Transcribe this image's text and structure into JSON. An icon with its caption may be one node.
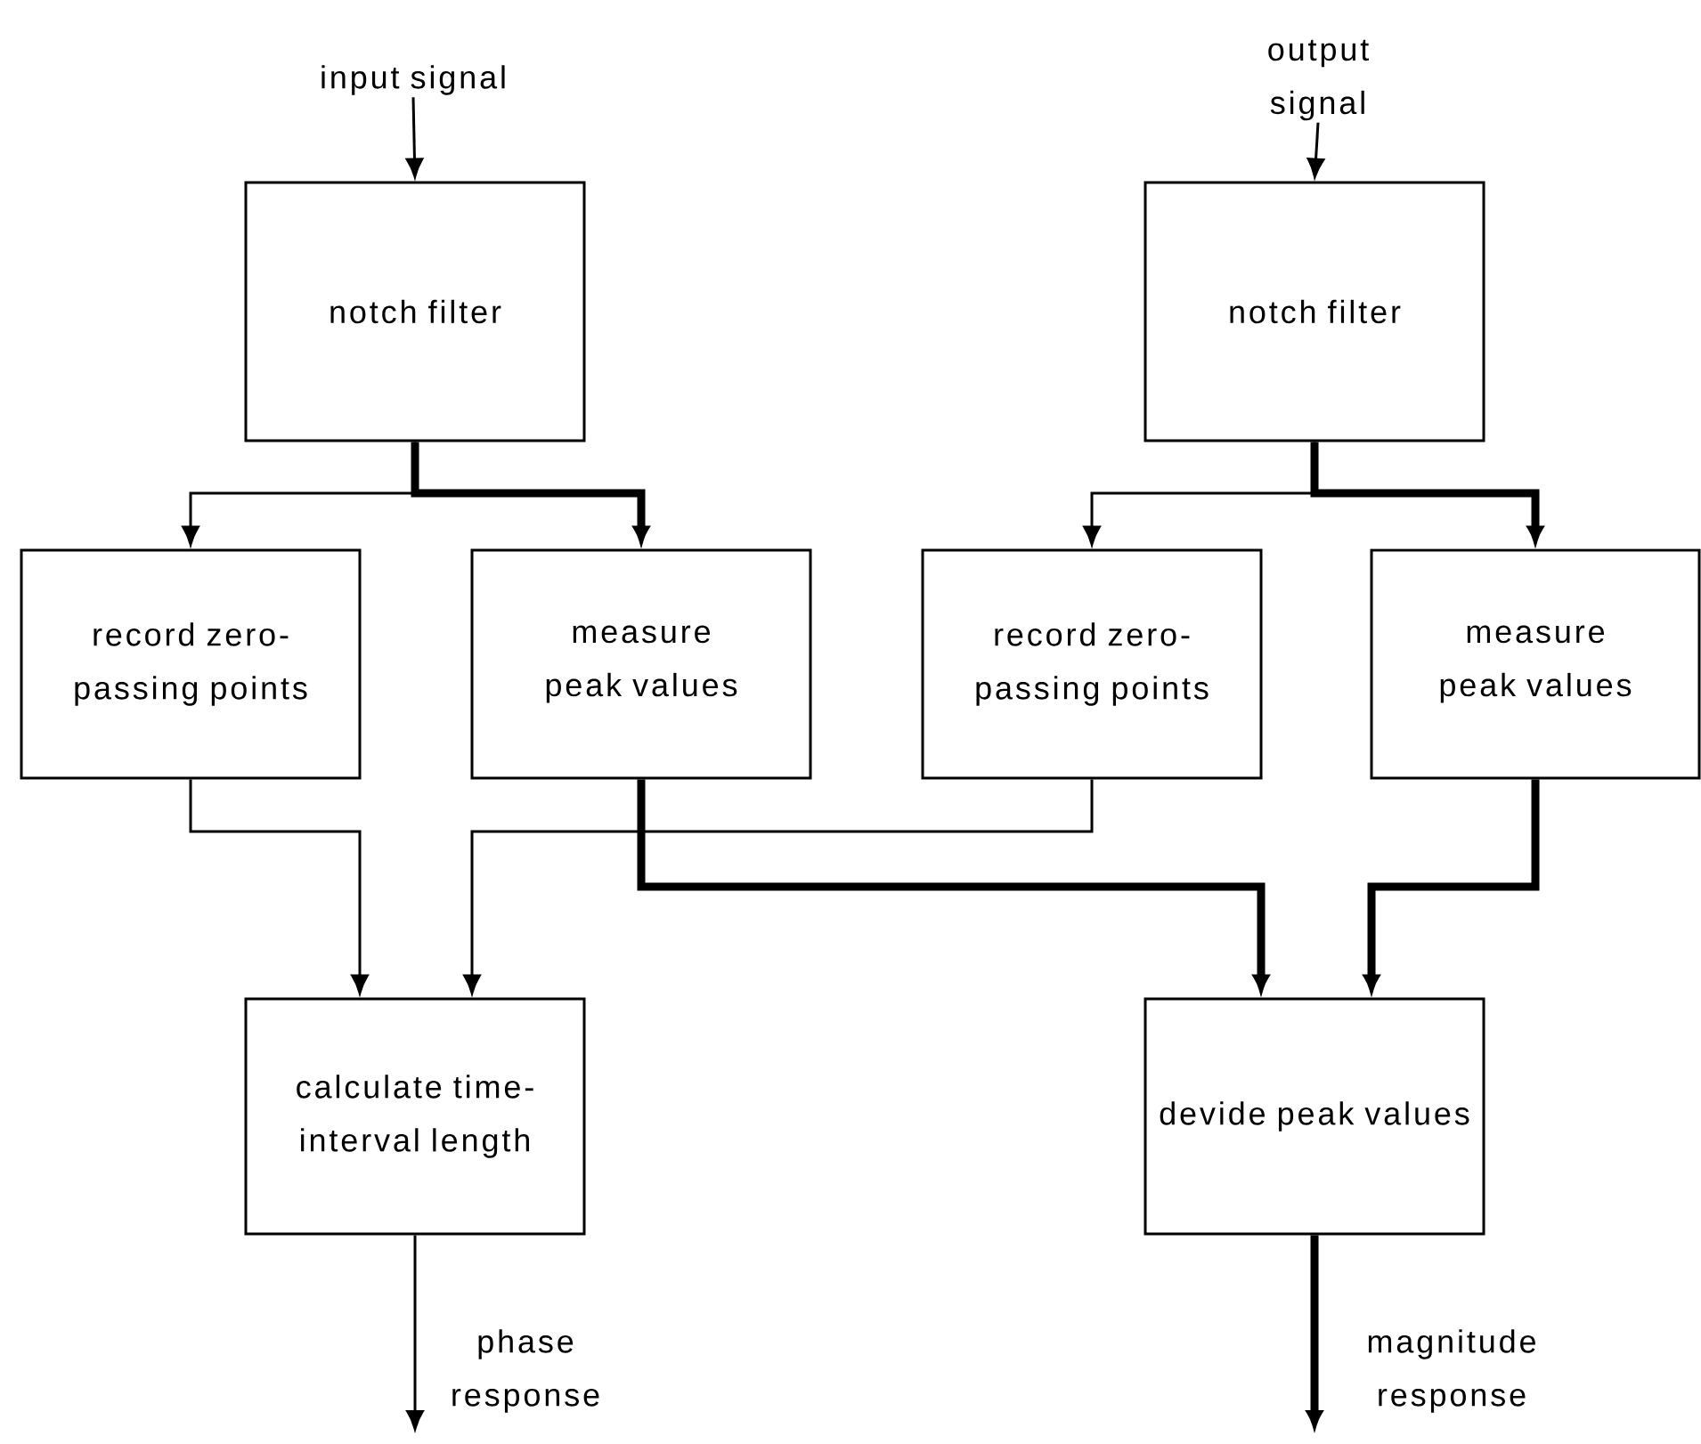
{
  "diagram": {
    "nodes": [
      {
        "text": [
          "input signal"
        ]
      },
      {
        "text": [
          "output signal"
        ]
      },
      {
        "text": [
          "notch filter"
        ]
      },
      {
        "text": [
          "notch filter"
        ]
      },
      {
        "text": [
          "record zero-passing points"
        ]
      },
      {
        "text": [
          "measure peak values"
        ]
      },
      {
        "text": [
          "record zero-passing points"
        ]
      },
      {
        "text": [
          "measure peak values"
        ]
      },
      {
        "text": [
          "calculate time-interval length"
        ]
      },
      {
        "text": [
          "devide peak values"
        ]
      }
    ],
    "edges": [
      {
        "from": 0,
        "to": 2,
        "arrow": "to"
      },
      {
        "from": 1,
        "to": 3,
        "arrow": "to"
      },
      {
        "from": 2,
        "to": 4,
        "arrow": "to"
      },
      {
        "from": 2,
        "to": 5,
        "arrow": "to",
        "style": "thick"
      },
      {
        "from": 3,
        "to": 6,
        "arrow": "to"
      },
      {
        "from": 3,
        "to": 7,
        "arrow": "to",
        "style": "thick"
      },
      {
        "from": 4,
        "to": 8,
        "arrow": "to"
      },
      {
        "from": 6,
        "to": 8,
        "arrow": "to"
      },
      {
        "from": 5,
        "to": 9,
        "arrow": "to",
        "style": "thick"
      },
      {
        "from": 7,
        "to": 9,
        "arrow": "to",
        "style": "thick"
      },
      {
        "from": 8,
        "to": null,
        "arrow": "to",
        "label": "phase response"
      },
      {
        "from": 9,
        "to": null,
        "arrow": "to",
        "style": "thick",
        "label": "magnitude response"
      }
    ]
  }
}
